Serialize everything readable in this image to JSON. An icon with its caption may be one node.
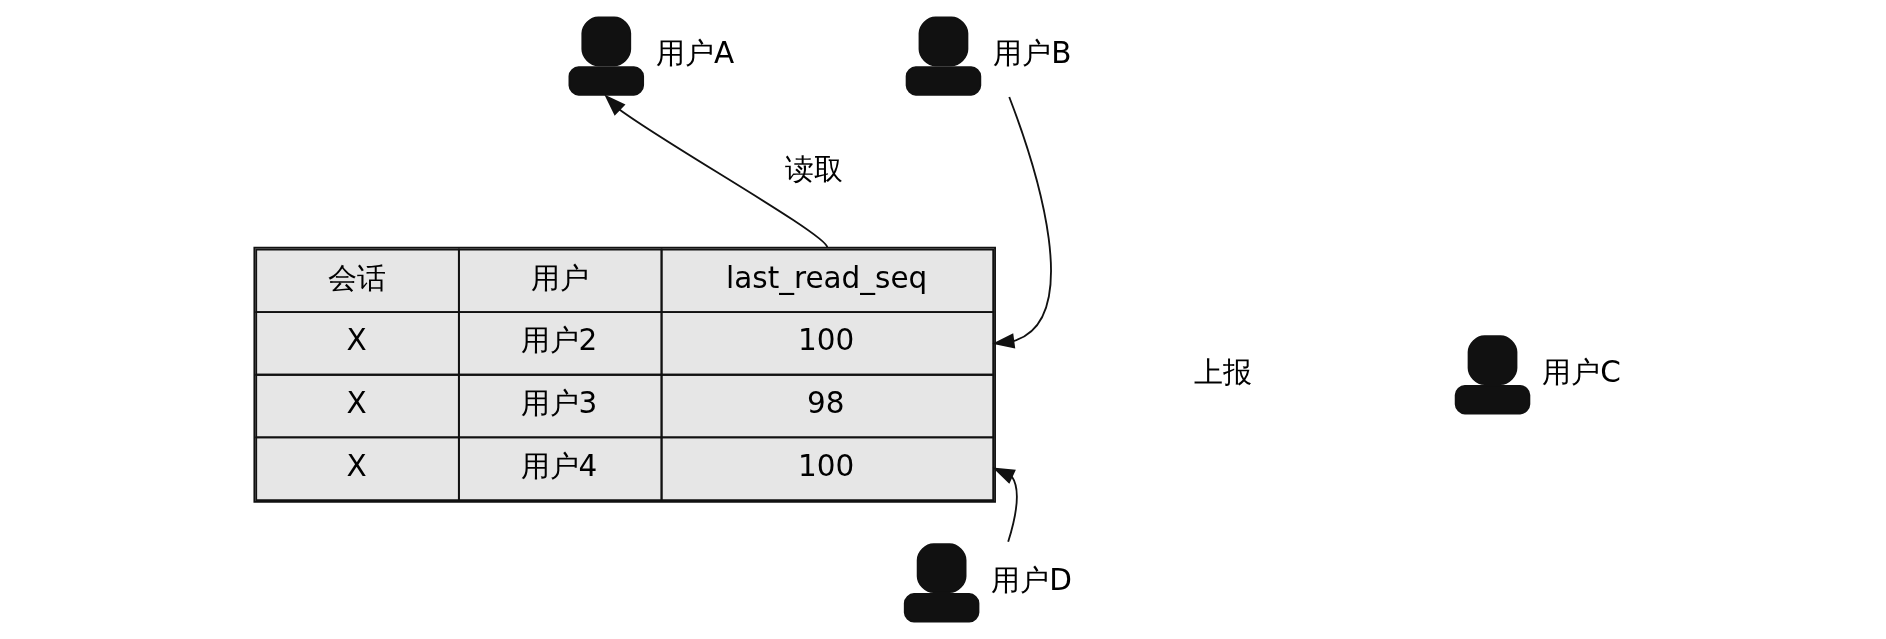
{
  "diagram": {
    "nodes": [
      {
        "text": [],
        "shape": "person",
        "beside": [
          "用户A"
        ]
      },
      {
        "text": [],
        "shape": "person",
        "beside": [
          "用户B"
        ]
      },
      {
        "text": [
          "会话",
          "用户",
          "last_read_seq",
          "X",
          "用户2",
          "100",
          "X",
          "用户3",
          "98",
          "X",
          "用户4",
          "100"
        ]
      },
      {
        "text": [],
        "shape": "person",
        "beside": [
          "用户C"
        ]
      },
      {
        "text": [],
        "shape": "person",
        "beside": [
          "用户D"
        ]
      }
    ],
    "edges": [
      {
        "from": 2,
        "to": 0,
        "arrow": "to",
        "label": "读取"
      },
      {
        "from": 1,
        "to": 2,
        "arrow": "to"
      },
      {
        "from": 4,
        "to": 2,
        "arrow": "to"
      }
    ],
    "labels": [
      "上报"
    ]
  }
}
